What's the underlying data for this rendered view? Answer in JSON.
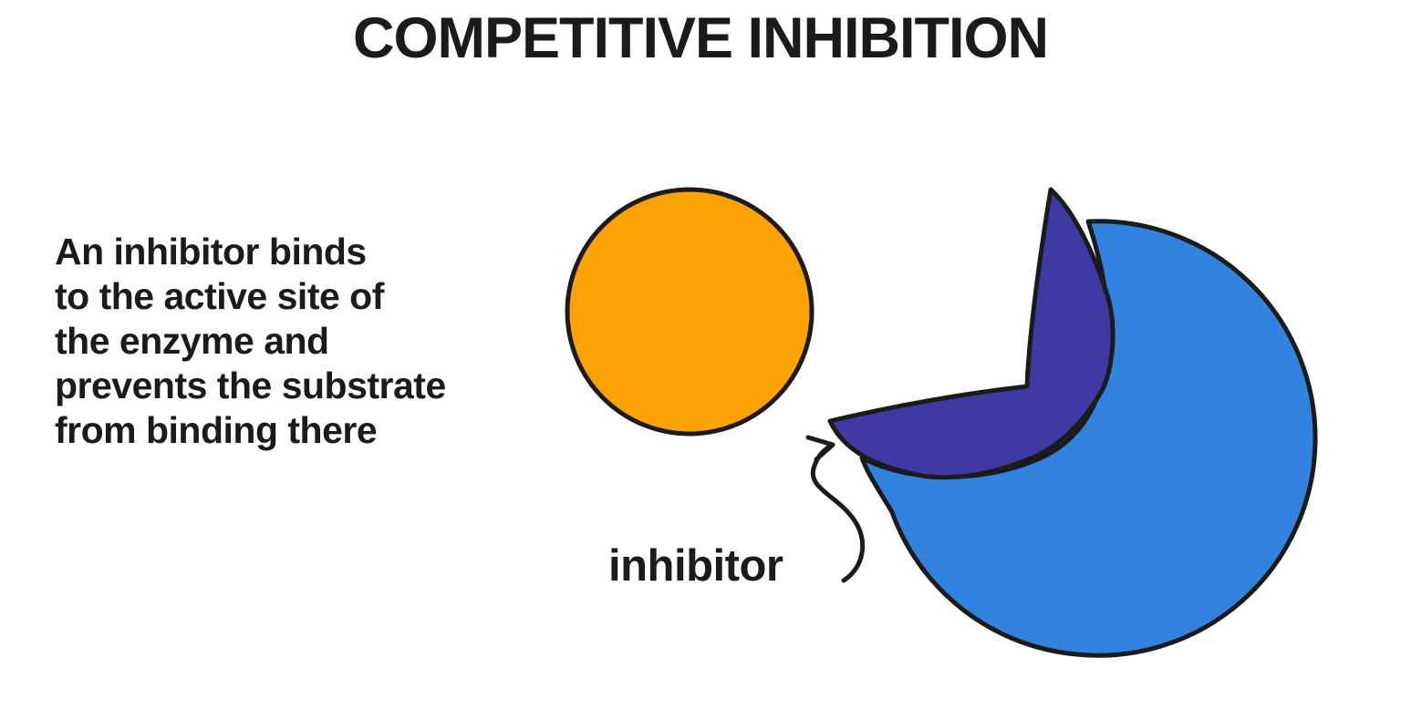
{
  "title": "COMPETITIVE INHIBITION",
  "description": {
    "lines": [
      "An inhibitor binds",
      "to the active site of",
      "the enzyme and",
      "prevents the substrate",
      "from binding there"
    ]
  },
  "diagram": {
    "inhibitor_label": "inhibitor",
    "colors": {
      "substrate_orange": "#FCA303",
      "enzyme_blue": "#3283E0",
      "inhibitor_purple": "#3F39A3",
      "outline_black": "#1b1b1b"
    }
  }
}
